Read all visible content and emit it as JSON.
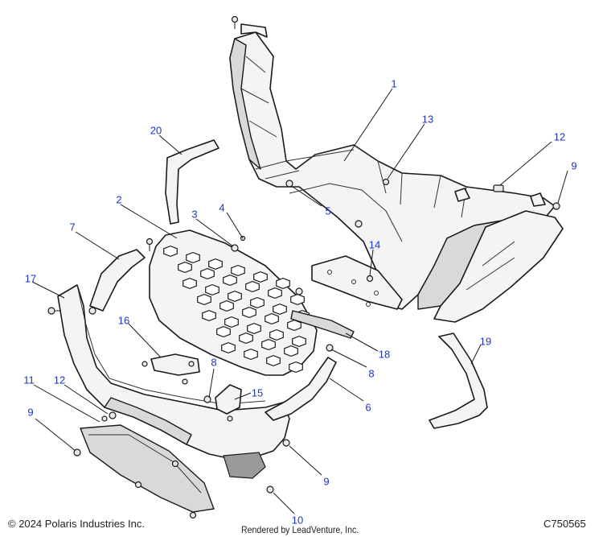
{
  "callouts": [
    {
      "id": "1",
      "label": "1"
    },
    {
      "id": "2",
      "label": "2"
    },
    {
      "id": "3",
      "label": "3"
    },
    {
      "id": "4",
      "label": "4"
    },
    {
      "id": "5",
      "label": "5"
    },
    {
      "id": "6",
      "label": "6"
    },
    {
      "id": "7",
      "label": "7"
    },
    {
      "id": "8a",
      "label": "8"
    },
    {
      "id": "8b",
      "label": "8"
    },
    {
      "id": "9a",
      "label": "9"
    },
    {
      "id": "9b",
      "label": "9"
    },
    {
      "id": "9c",
      "label": "9"
    },
    {
      "id": "10",
      "label": "10"
    },
    {
      "id": "11",
      "label": "11"
    },
    {
      "id": "12a",
      "label": "12"
    },
    {
      "id": "12b",
      "label": "12"
    },
    {
      "id": "13",
      "label": "13"
    },
    {
      "id": "14",
      "label": "14"
    },
    {
      "id": "15",
      "label": "15"
    },
    {
      "id": "16",
      "label": "16"
    },
    {
      "id": "17",
      "label": "17"
    },
    {
      "id": "18",
      "label": "18"
    },
    {
      "id": "19",
      "label": "19"
    },
    {
      "id": "20",
      "label": "20"
    }
  ],
  "footer": {
    "copyright": "© 2024 Polaris Industries Inc.",
    "rendered_by": "Rendered by LeadVenture, Inc.",
    "part_code": "C750565"
  },
  "colors": {
    "callout_text": "#1a33cc",
    "line_art": "#1a1a1a"
  }
}
